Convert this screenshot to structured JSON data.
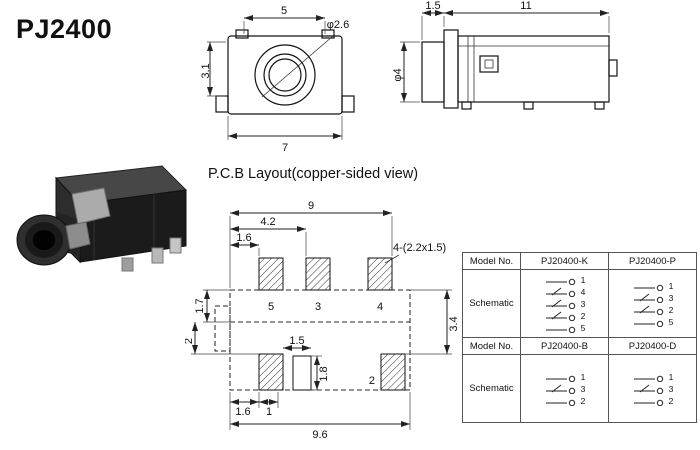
{
  "title": "PJ2400",
  "pcb_heading": "P.C.B Layout(copper-sided view)",
  "top_view": {
    "dim_width_top": "5",
    "dim_height_left": "3.1",
    "dim_width_bottom": "7",
    "dim_hole_dia": "φ2.6"
  },
  "side_view": {
    "dim_flange": "1.5",
    "dim_body_length": "11",
    "dim_barrel_dia": "φ4"
  },
  "pcb_layout": {
    "dim_pad_span": "9",
    "dim_pad3_offset": "4.2",
    "dim_pad5_offset": "1.6",
    "pad_size_note": "4-(2.2x1.5)",
    "dim_upper_height": "1.7",
    "dim_lower_height": "2",
    "dim_right_height": "3.4",
    "dim_slot_offset": "1.5",
    "dim_slot_height": "1.8",
    "dim_bottom_left": "1.6",
    "dim_bottom_one": "1",
    "dim_total_width": "9.6",
    "pad_labels": {
      "p5": "5",
      "p3": "3",
      "p4": "4",
      "p2": "2"
    }
  },
  "table": {
    "model_header": "Model No.",
    "schematic_label": "Schematic",
    "groups": [
      {
        "models": [
          {
            "name": "PJ20400-K",
            "pins": [
              "1",
              "4",
              "3",
              "2",
              "5"
            ]
          },
          {
            "name": "PJ20400-P",
            "pins": [
              "1",
              "3",
              "2",
              "5"
            ]
          }
        ]
      },
      {
        "models": [
          {
            "name": "PJ20400-B",
            "pins": [
              "1",
              "3",
              "2"
            ]
          },
          {
            "name": "PJ20400-D",
            "pins": [
              "1",
              "3",
              "2"
            ]
          }
        ]
      }
    ]
  }
}
